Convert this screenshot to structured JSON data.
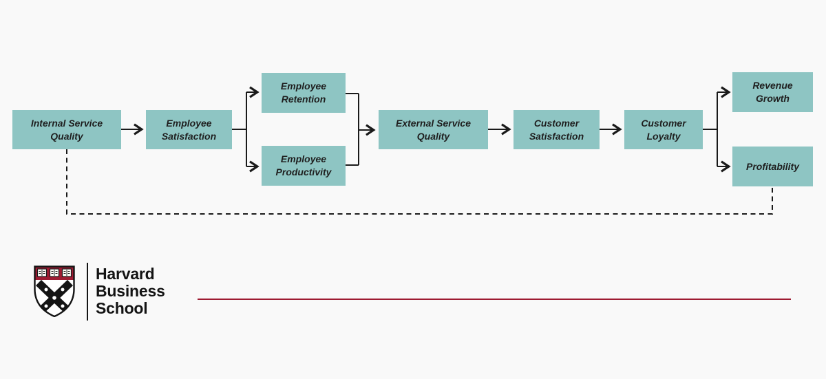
{
  "colors": {
    "background": "#f9f9f9",
    "node_fill": "#8ec5c3",
    "node_text": "#1f1f1f",
    "connector": "#1a1a1a",
    "crimson": "#9e1b32"
  },
  "diagram": {
    "name": "service-profit-chain",
    "nodes": {
      "internal_service_quality": {
        "label": "Internal Service\nQuality"
      },
      "employee_satisfaction": {
        "label": "Employee\nSatisfaction"
      },
      "employee_retention": {
        "label": "Employee\nRetention"
      },
      "employee_productivity": {
        "label": "Employee\nProductivity"
      },
      "external_service_quality": {
        "label": "External Service\nQuality"
      },
      "customer_satisfaction": {
        "label": "Customer\nSatisfaction"
      },
      "customer_loyalty": {
        "label": "Customer\nLoyalty"
      },
      "revenue_growth": {
        "label": "Revenue\nGrowth"
      },
      "profitability": {
        "label": "Profitability"
      }
    },
    "edges": [
      {
        "from": "internal_service_quality",
        "to": "employee_satisfaction",
        "style": "solid"
      },
      {
        "from": "employee_satisfaction",
        "to": "employee_retention",
        "style": "solid"
      },
      {
        "from": "employee_satisfaction",
        "to": "employee_productivity",
        "style": "solid"
      },
      {
        "from": "employee_retention",
        "to": "external_service_quality",
        "style": "solid"
      },
      {
        "from": "employee_productivity",
        "to": "external_service_quality",
        "style": "solid"
      },
      {
        "from": "external_service_quality",
        "to": "customer_satisfaction",
        "style": "solid"
      },
      {
        "from": "customer_satisfaction",
        "to": "customer_loyalty",
        "style": "solid"
      },
      {
        "from": "customer_loyalty",
        "to": "revenue_growth",
        "style": "solid"
      },
      {
        "from": "customer_loyalty",
        "to": "profitability",
        "style": "solid"
      },
      {
        "from": "profitability",
        "to": "internal_service_quality",
        "style": "dashed"
      }
    ]
  },
  "footer": {
    "logo_lines": [
      "Harvard",
      "Business",
      "School"
    ]
  }
}
